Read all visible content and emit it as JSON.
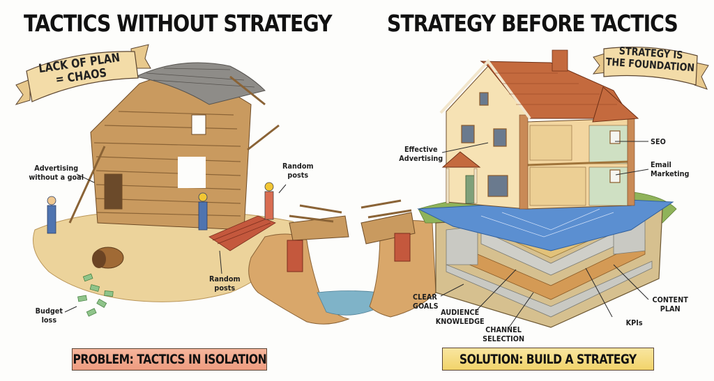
{
  "left_panel": {
    "title": "TACTICS WITHOUT STRATEGY",
    "banner": {
      "line1": "LACK OF PLAN",
      "line2": "= CHAOS"
    },
    "labels": {
      "advertising": {
        "line1": "Advertising",
        "line2": "without a goal"
      },
      "random_posts_top": {
        "line1": "Random",
        "line2": "posts"
      },
      "random_posts_bottom": {
        "line1": "Random",
        "line2": "posts"
      },
      "budget_loss": {
        "line1": "Budget",
        "line2": "loss"
      }
    },
    "footer": "PROBLEM: TACTICS IN ISOLATION",
    "footer_color": "#f2a78c"
  },
  "right_panel": {
    "title": "STRATEGY BEFORE TACTICS",
    "banner": {
      "line1": "STRATEGY IS",
      "line2": "THE FOUNDATION"
    },
    "labels": {
      "effective_advertising": {
        "line1": "Effective",
        "line2": "Advertising"
      },
      "seo": "SEO",
      "email_marketing": {
        "line1": "Email",
        "line2": "Marketing"
      },
      "clear_goals": {
        "line1": "CLEAR",
        "line2": "GOALS"
      },
      "audience_knowledge": {
        "line1": "AUDIENCE",
        "line2": "KNOWLEDGE"
      },
      "channel_selection": {
        "line1": "CHANNEL",
        "line2": "SELECTION"
      },
      "kpis": "KPIs",
      "content_plan": {
        "line1": "CONTENT",
        "line2": "PLAN"
      }
    },
    "footer": "SOLUTION: BUILD A STRATEGY",
    "footer_color": "#f5dd7a"
  },
  "colors": {
    "banner_fill": "#f3dca8",
    "banner_edge": "#5b4530",
    "wood": "#c99a5f",
    "wood_dark": "#8a6336",
    "brick": "#c4583d",
    "roof_tile": "#c46a3e",
    "house_wall": "#f6e2b4",
    "blueprint": "#5b8fd1",
    "concrete": "#c9c9c3",
    "sand": "#e8c98d",
    "water": "#7fb3c8",
    "grass": "#8fb35a",
    "money": "#8fc48a"
  }
}
